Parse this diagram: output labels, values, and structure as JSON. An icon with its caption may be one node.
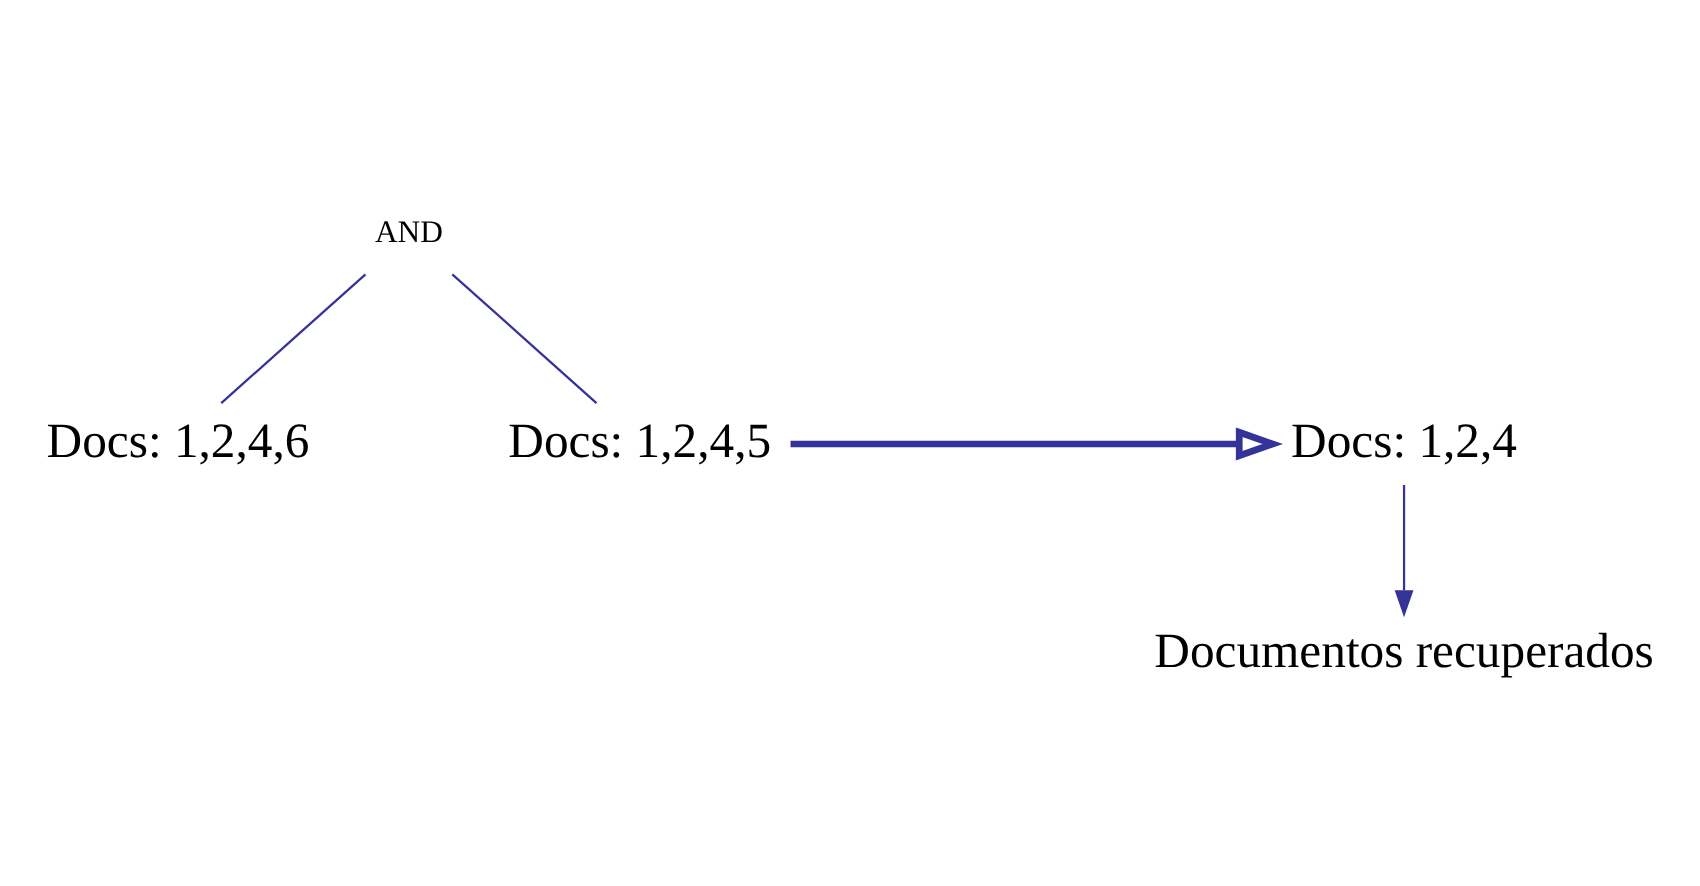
{
  "diagram": {
    "nodes": [
      {
        "text": [
          "AND"
        ]
      },
      {
        "text": [
          "Docs: 1,2,4,6"
        ]
      },
      {
        "text": [
          "Docs: 1,2,4,5"
        ]
      },
      {
        "text": [
          "Docs: 1,2,4"
        ]
      },
      {
        "text": [
          "Documentos recuperados"
        ]
      }
    ],
    "edges": [
      {
        "from": 0,
        "to": 1,
        "arrow": "none"
      },
      {
        "from": 0,
        "to": 2,
        "arrow": "none"
      },
      {
        "from": 2,
        "to": 3,
        "arrow": "to",
        "style": "thick"
      },
      {
        "from": 3,
        "to": 4,
        "arrow": "to"
      }
    ]
  }
}
